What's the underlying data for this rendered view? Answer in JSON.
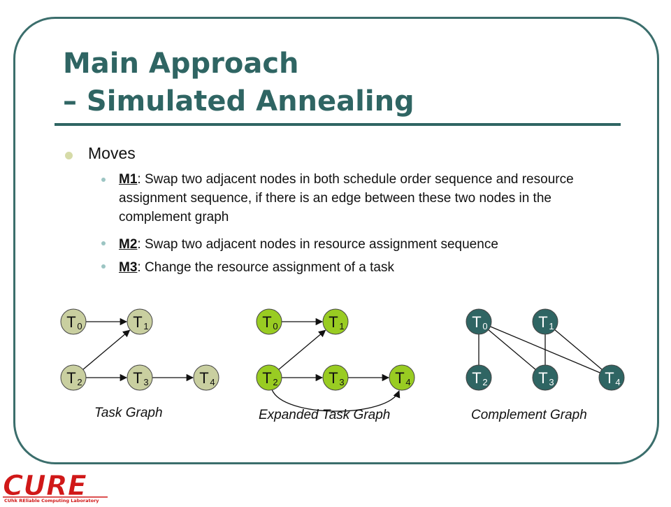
{
  "slide": {
    "title_line1": "Main Approach",
    "title_line2": "– Simulated Annealing",
    "bullet": "Moves",
    "subbullets": [
      {
        "key": "M1",
        "text": ": Swap two adjacent nodes in both schedule order sequence and resource assignment sequence, if there is an edge between these two nodes in the complement graph"
      },
      {
        "key": "M2",
        "text": ": Swap two adjacent nodes in resource assignment sequence"
      },
      {
        "key": "M3",
        "text": ": Change the resource assignment of a task"
      }
    ]
  },
  "graphs": [
    {
      "caption": "Task Graph",
      "fill": "#c9cfa0",
      "text_color": "#111111",
      "nodes": [
        {
          "id": "T0",
          "label": "T",
          "sub": "0"
        },
        {
          "id": "T1",
          "label": "T",
          "sub": "1"
        },
        {
          "id": "T2",
          "label": "T",
          "sub": "2"
        },
        {
          "id": "T3",
          "label": "T",
          "sub": "3"
        },
        {
          "id": "T4",
          "label": "T",
          "sub": "4"
        }
      ],
      "edges": [
        [
          "T0",
          "T1"
        ],
        [
          "T2",
          "T1"
        ],
        [
          "T2",
          "T3"
        ],
        [
          "T3",
          "T4"
        ]
      ],
      "curved": []
    },
    {
      "caption": "Expanded Task Graph",
      "fill": "#99cc22",
      "text_color": "#111111",
      "nodes": [
        {
          "id": "T0",
          "label": "T",
          "sub": "0"
        },
        {
          "id": "T1",
          "label": "T",
          "sub": "1"
        },
        {
          "id": "T2",
          "label": "T",
          "sub": "2"
        },
        {
          "id": "T3",
          "label": "T",
          "sub": "3"
        },
        {
          "id": "T4",
          "label": "T",
          "sub": "4"
        }
      ],
      "edges": [
        [
          "T0",
          "T1"
        ],
        [
          "T2",
          "T1"
        ],
        [
          "T2",
          "T3"
        ],
        [
          "T3",
          "T4"
        ]
      ],
      "curved": [
        [
          "T2",
          "T4"
        ]
      ]
    },
    {
      "caption": "Complement Graph",
      "fill": "#2f6563",
      "text_color": "#ffffff",
      "nodes": [
        {
          "id": "T0",
          "label": "T",
          "sub": "0"
        },
        {
          "id": "T1",
          "label": "T",
          "sub": "1"
        },
        {
          "id": "T2",
          "label": "T",
          "sub": "2"
        },
        {
          "id": "T3",
          "label": "T",
          "sub": "3"
        },
        {
          "id": "T4",
          "label": "T",
          "sub": "4"
        }
      ],
      "edges": [
        [
          "T0",
          "T2"
        ],
        [
          "T0",
          "T3"
        ],
        [
          "T0",
          "T4"
        ],
        [
          "T1",
          "T3"
        ],
        [
          "T1",
          "T4"
        ]
      ],
      "curved": [],
      "undirected": true
    }
  ],
  "logo": {
    "word": "CURE",
    "tagline": "CUhk REliable Computing Laboratory",
    "color": "#d01818"
  }
}
